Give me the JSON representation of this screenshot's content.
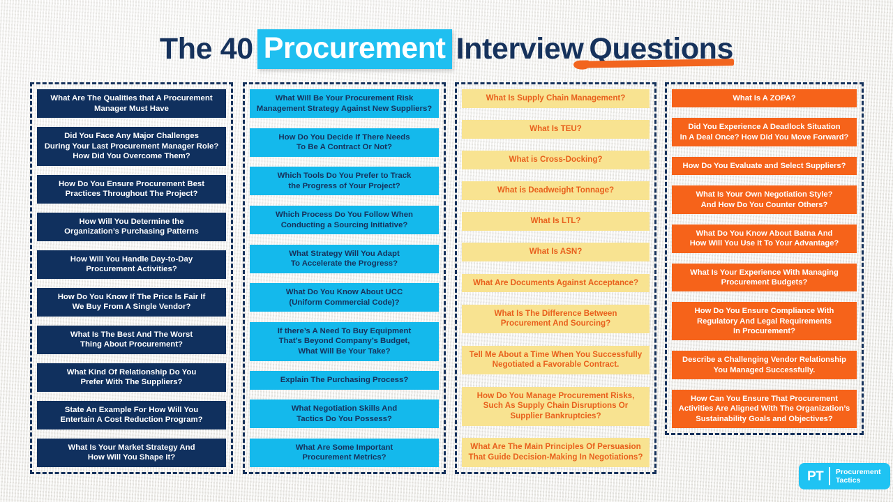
{
  "title": {
    "part1": "The 40",
    "highlight": "Procurement",
    "part2": "Interview",
    "part3": "Questions"
  },
  "colors": {
    "navy": "#10305e",
    "cyan": "#14b9ec",
    "yellow": "#f8e391",
    "orange": "#f6631a",
    "title_navy": "#16325c",
    "highlight_cyan": "#1fbff0",
    "underline_orange": "#f2651f",
    "yellow_text": "#e8601c",
    "background": "#f3f2ef"
  },
  "columns": [
    {
      "theme": "navy",
      "cards": [
        {
          "lines": [
            "What Are The Qualities that A Procurement",
            "Manager Must Have"
          ]
        },
        {
          "lines": [
            "Did You Face Any Major Challenges",
            "During Your Last Procurement Manager Role?",
            "How Did You Overcome Them?"
          ]
        },
        {
          "lines": [
            "How Do You Ensure Procurement Best",
            "Practices Throughout The Project?"
          ]
        },
        {
          "lines": [
            "How Will You Determine the",
            "Organization’s Purchasing Patterns"
          ]
        },
        {
          "lines": [
            "How Will You Handle Day-to-Day",
            "Procurement Activities?"
          ]
        },
        {
          "lines": [
            "How Do You Know If The Price Is Fair If",
            "We Buy From A Single Vendor?"
          ]
        },
        {
          "lines": [
            "What Is The Best And The Worst",
            "Thing About Procurement?"
          ]
        },
        {
          "lines": [
            "What Kind Of Relationship Do You",
            "Prefer With The Suppliers?"
          ]
        },
        {
          "lines": [
            "State An Example For How Will You",
            "Entertain A Cost Reduction Program?"
          ]
        },
        {
          "lines": [
            "What Is Your Market Strategy And",
            "How Will You Shape it?"
          ]
        }
      ]
    },
    {
      "theme": "cyan",
      "cards": [
        {
          "lines": [
            "What Will Be Your Procurement Risk",
            "Management Strategy Against New Suppliers?"
          ]
        },
        {
          "lines": [
            "How Do You Decide If There Needs",
            "To Be A Contract Or Not?"
          ]
        },
        {
          "lines": [
            "Which Tools Do You Prefer to Track",
            "the Progress of Your Project?"
          ]
        },
        {
          "lines": [
            "Which Process Do You Follow When",
            "Conducting a Sourcing Initiative?"
          ]
        },
        {
          "lines": [
            "What Strategy Will You Adapt",
            "To Accelerate the Progress?"
          ]
        },
        {
          "lines": [
            "What Do You Know About UCC",
            "(Uniform Commercial Code)?"
          ]
        },
        {
          "lines": [
            "If there’s A Need To Buy Equipment",
            "That’s Beyond Company’s Budget,",
            "What Will Be Your Take?"
          ]
        },
        {
          "lines": [
            "Explain The Purchasing Process?"
          ]
        },
        {
          "lines": [
            "What Negotiation Skills And",
            "Tactics Do You Possess?"
          ]
        },
        {
          "lines": [
            "What Are Some Important",
            "Procurement Metrics?"
          ]
        }
      ]
    },
    {
      "theme": "yellow",
      "cards": [
        {
          "lines": [
            "What Is Supply Chain Management?"
          ]
        },
        {
          "lines": [
            "What Is TEU?"
          ]
        },
        {
          "lines": [
            "What is Cross-Docking?"
          ]
        },
        {
          "lines": [
            "What is Deadweight Tonnage?"
          ]
        },
        {
          "lines": [
            "What Is LTL?"
          ]
        },
        {
          "lines": [
            "What Is ASN?"
          ]
        },
        {
          "lines": [
            "What Are Documents Against Acceptance?"
          ]
        },
        {
          "lines": [
            "What Is The Difference Between",
            "Procurement And Sourcing?"
          ]
        },
        {
          "lines": [
            "Tell Me About a Time When You Successfully",
            "Negotiated a Favorable Contract."
          ]
        },
        {
          "lines": [
            "How Do You Manage Procurement Risks,",
            "Such As Supply Chain Disruptions Or",
            "Supplier Bankruptcies?"
          ]
        },
        {
          "lines": [
            "What Are The Main Principles Of Persuasion",
            "That Guide Decision-Making In Negotiations?"
          ]
        }
      ]
    },
    {
      "theme": "orange",
      "cards": [
        {
          "lines": [
            "What Is A ZOPA?"
          ]
        },
        {
          "lines": [
            "Did You Experience A Deadlock Situation",
            "In A Deal Once? How Did You Move Forward?"
          ]
        },
        {
          "lines": [
            "How Do You Evaluate and Select Suppliers?"
          ]
        },
        {
          "lines": [
            "What Is Your Own Negotiation Style?",
            "And How Do You Counter Others?"
          ]
        },
        {
          "lines": [
            "What Do You Know About Batna And",
            "How Will You Use It To Your Advantage?"
          ]
        },
        {
          "lines": [
            "What Is Your Experience With Managing",
            "Procurement Budgets?"
          ]
        },
        {
          "lines": [
            "How Do You Ensure Compliance With",
            "Regulatory And Legal Requirements",
            "In Procurement?"
          ]
        },
        {
          "lines": [
            "Describe a Challenging Vendor Relationship",
            "You Managed Successfully."
          ]
        },
        {
          "lines": [
            "How Can You Ensure That Procurement",
            "Activities Are Aligned With The Organization’s",
            "Sustainability Goals and Objectives?"
          ]
        }
      ]
    }
  ],
  "logo": {
    "initials": "PT",
    "name_line1": "Procurement",
    "name_line2": "Tactics"
  }
}
